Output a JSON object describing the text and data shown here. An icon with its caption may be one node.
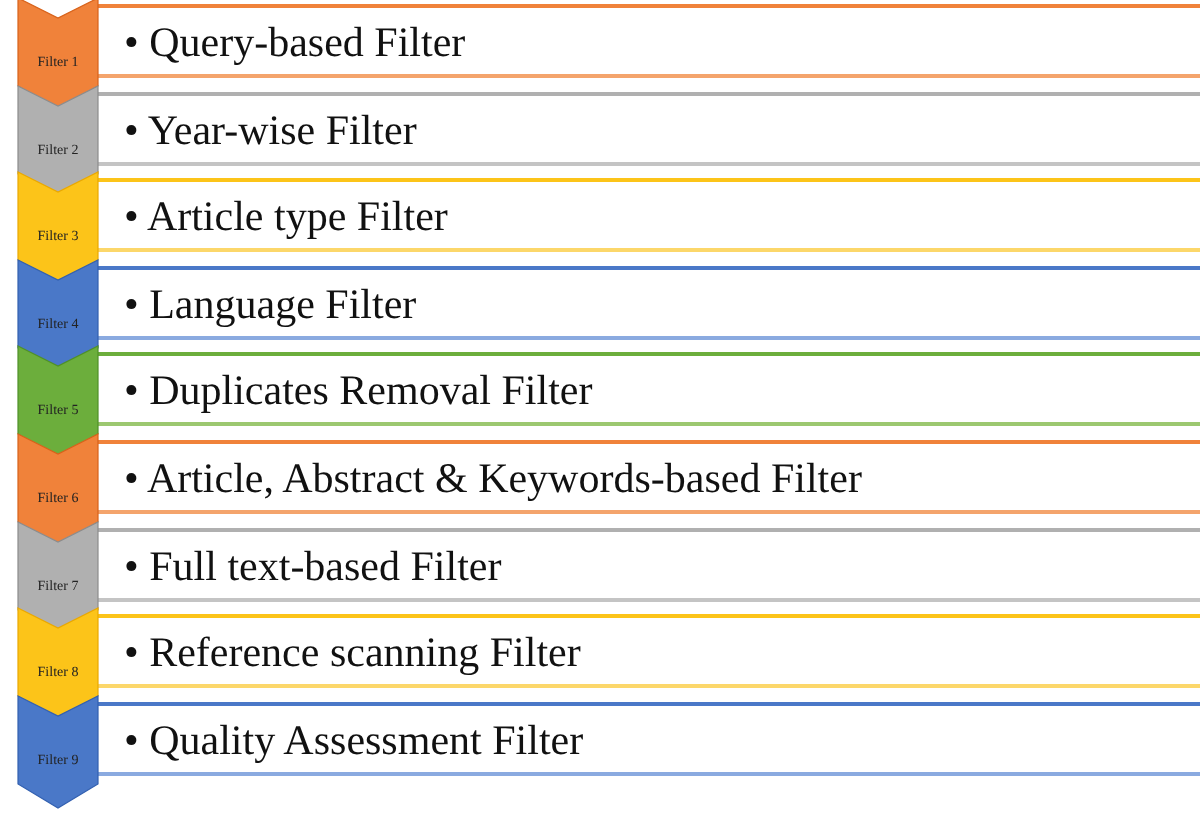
{
  "diagram": {
    "nodes": [
      {
        "text": [
          "Filter 1"
        ]
      },
      {
        "text": [
          "• Query-based Filter"
        ]
      },
      {
        "text": [
          "Filter 2"
        ]
      },
      {
        "text": [
          "• Year-wise Filter"
        ]
      },
      {
        "text": [
          "Filter 3"
        ]
      },
      {
        "text": [
          "• Article type Filter"
        ]
      },
      {
        "text": [
          "Filter 4"
        ]
      },
      {
        "text": [
          "• Language Filter"
        ]
      },
      {
        "text": [
          "Filter 5"
        ]
      },
      {
        "text": [
          "• Duplicates Removal Filter"
        ]
      },
      {
        "text": [
          "Filter 6"
        ]
      },
      {
        "text": [
          "• Article, Abstract & Keywords-based Filter"
        ]
      },
      {
        "text": [
          "Filter 7"
        ]
      },
      {
        "text": [
          "• Full text-based Filter"
        ]
      },
      {
        "text": [
          "Filter 8"
        ]
      },
      {
        "text": [
          "• Reference scanning Filter"
        ]
      },
      {
        "text": [
          "Filter 9"
        ]
      },
      {
        "text": [
          "• Quality Assessment Filter"
        ]
      }
    ]
  }
}
